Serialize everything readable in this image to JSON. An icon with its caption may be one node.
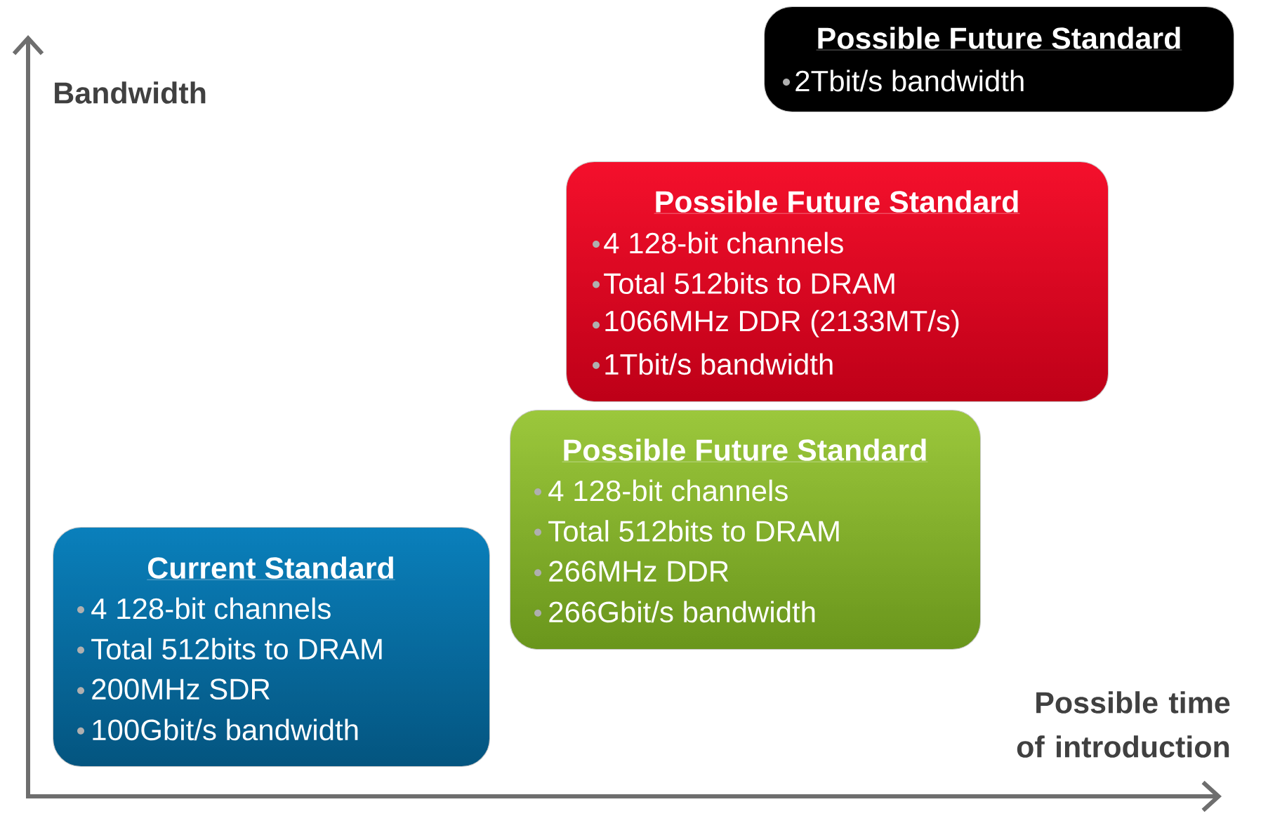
{
  "diagram": {
    "nodes": [
      {
        "text": [
          "Current Standard",
          "4 128-bit channels",
          "Total 512bits to DRAM",
          "200MHz SDR",
          "100Gbit/s bandwidth"
        ]
      },
      {
        "text": [
          "Possible Future Standard",
          "4 128-bit channels",
          "Total 512bits to DRAM",
          "266MHz DDR",
          "266Gbit/s bandwidth"
        ]
      },
      {
        "text": [
          "Possible Future Standard",
          "4 128-bit channels",
          "Total 512bits to DRAM",
          "1066MHz DDR (2133MT/s)",
          "1Tbit/s bandwidth"
        ]
      },
      {
        "text": [
          "Possible Future Standard",
          "2Tbit/s bandwidth"
        ]
      }
    ],
    "edges": [],
    "labels": [
      "Bandwidth",
      "Possible time of introduction"
    ]
  }
}
